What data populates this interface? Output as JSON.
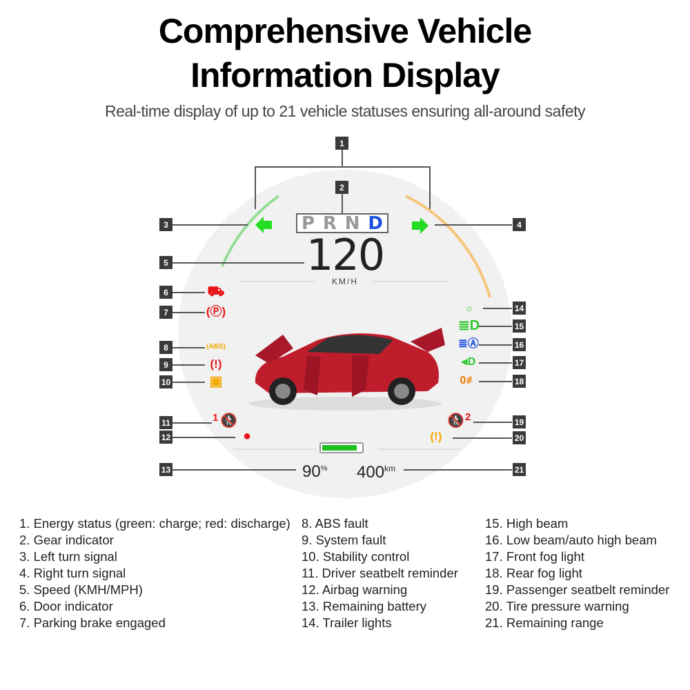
{
  "title": {
    "line1": "Comprehensive Vehicle",
    "line2": "Information Display"
  },
  "subtitle": "Real-time display of up to 21 vehicle statuses ensuring all-around safety",
  "colors": {
    "accent_green": "#2ec82e",
    "gear_active": "#1a4fe0",
    "warning_red": "#e8161b",
    "warning_yellow": "#f5a800"
  },
  "dash": {
    "gears": [
      "P",
      "R",
      "N",
      "D"
    ],
    "active_gear": "D",
    "speed": "120",
    "speed_unit": "KM/H",
    "battery_percent": "90",
    "battery_unit": "%",
    "battery_fill": 0.9,
    "range": "400",
    "range_unit": "km",
    "seat1": "1",
    "seat2": "2"
  },
  "markers": [
    "1",
    "2",
    "3",
    "4",
    "5",
    "6",
    "7",
    "8",
    "9",
    "10",
    "11",
    "12",
    "13",
    "14",
    "15",
    "16",
    "17",
    "18",
    "19",
    "20",
    "21"
  ],
  "legend": {
    "col1": [
      "1. Energy status (green: charge; red: discharge)",
      "2. Gear indicator",
      "3. Left turn signal",
      "4. Right turn signal",
      "5. Speed (KMH/MPH)",
      "6. Door indicator",
      "7. Parking brake engaged"
    ],
    "col2": [
      "8. ABS fault",
      "9. System fault",
      "10. Stability control",
      "11. Driver seatbelt reminder",
      "12. Airbag warning",
      "13. Remaining battery",
      "14. Trailer lights"
    ],
    "col3": [
      "15. High beam",
      "16. Low beam/auto high beam",
      "17. Front fog light",
      "18. Rear fog light",
      "19. Passenger seatbelt reminder",
      "20. Tire pressure warning",
      "21. Remaining range"
    ]
  }
}
